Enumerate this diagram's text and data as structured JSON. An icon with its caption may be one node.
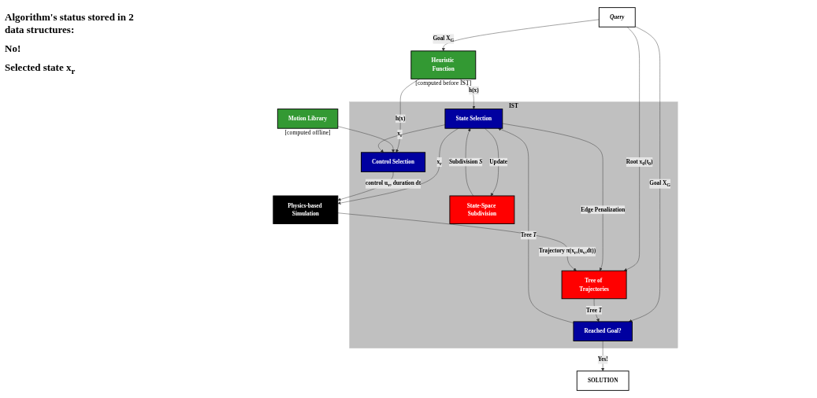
{
  "diagram": {
    "nodes": [
      {
        "text": [
          "Query"
        ]
      },
      {
        "text": [
          "IST"
        ]
      },
      {
        "text": [
          "State-Space Subdivision"
        ],
        "in": 1
      },
      {
        "text": [
          "Tree of Trajectories"
        ],
        "in": 1
      },
      {
        "text": [
          "Heuristic Function"
        ],
        "beside": [
          "[computed before IST]"
        ]
      },
      {
        "text": [
          "State Selection"
        ],
        "in": 1
      },
      {
        "text": [
          "Reached Goal?"
        ],
        "in": 1
      },
      {
        "text": [
          "SOLUTION"
        ]
      },
      {
        "text": [
          "Motion Library"
        ],
        "beside": [
          "[computed offline]"
        ]
      },
      {
        "text": [
          "Control Selection"
        ],
        "in": 1
      },
      {
        "text": [
          "Physics-based Simulation"
        ]
      }
    ],
    "edges": [
      {
        "from": 0,
        "to": 4,
        "arrow": "to",
        "label": "Goal X$_{G}$"
      },
      {
        "from": 0,
        "to": 3,
        "arrow": "to",
        "label": "Root x$_{0}$(t$_{0}$)"
      },
      {
        "from": 0,
        "to": 6,
        "arrow": "to",
        "label": "Goal X$_{G}$"
      },
      {
        "from": 5,
        "to": 2,
        "arrow": "to",
        "label": "Update"
      },
      {
        "from": 2,
        "to": 5,
        "arrow": "to",
        "label": "Subdivision *S*"
      },
      {
        "from": 5,
        "to": 3,
        "arrow": "to",
        "label": "Edge Penalization"
      },
      {
        "from": 3,
        "to": 6,
        "arrow": "to",
        "label": "Tree *T*"
      },
      {
        "from": 6,
        "to": 5,
        "arrow": "to",
        "label": "Tree *T*"
      },
      {
        "from": 6,
        "to": 7,
        "arrow": "to",
        "label": "Yes!"
      },
      {
        "from": 4,
        "to": 5,
        "arrow": "to",
        "label": "h(x)"
      },
      {
        "from": 4,
        "to": 9,
        "arrow": "to",
        "label": "h(x)"
      },
      {
        "from": 8,
        "to": 9,
        "arrow": "to"
      },
      {
        "from": 5,
        "to": 9,
        "arrow": "to",
        "label": "x$_{r}$"
      },
      {
        "from": 5,
        "to": 10,
        "arrow": "to",
        "label": "x$_{r}$"
      },
      {
        "from": 9,
        "to": 10,
        "arrow": "to",
        "label": "control u$_{v}$, duration dt"
      },
      {
        "from": 10,
        "to": 3,
        "arrow": "to",
        "label": "Trajectory π(x$_{r}$,(u$_{v}$,dt))"
      }
    ],
    "labels": [
      "Algorithm's status stored in 2 data structures:",
      "No!",
      "Selected state x$_{r}$"
    ]
  }
}
